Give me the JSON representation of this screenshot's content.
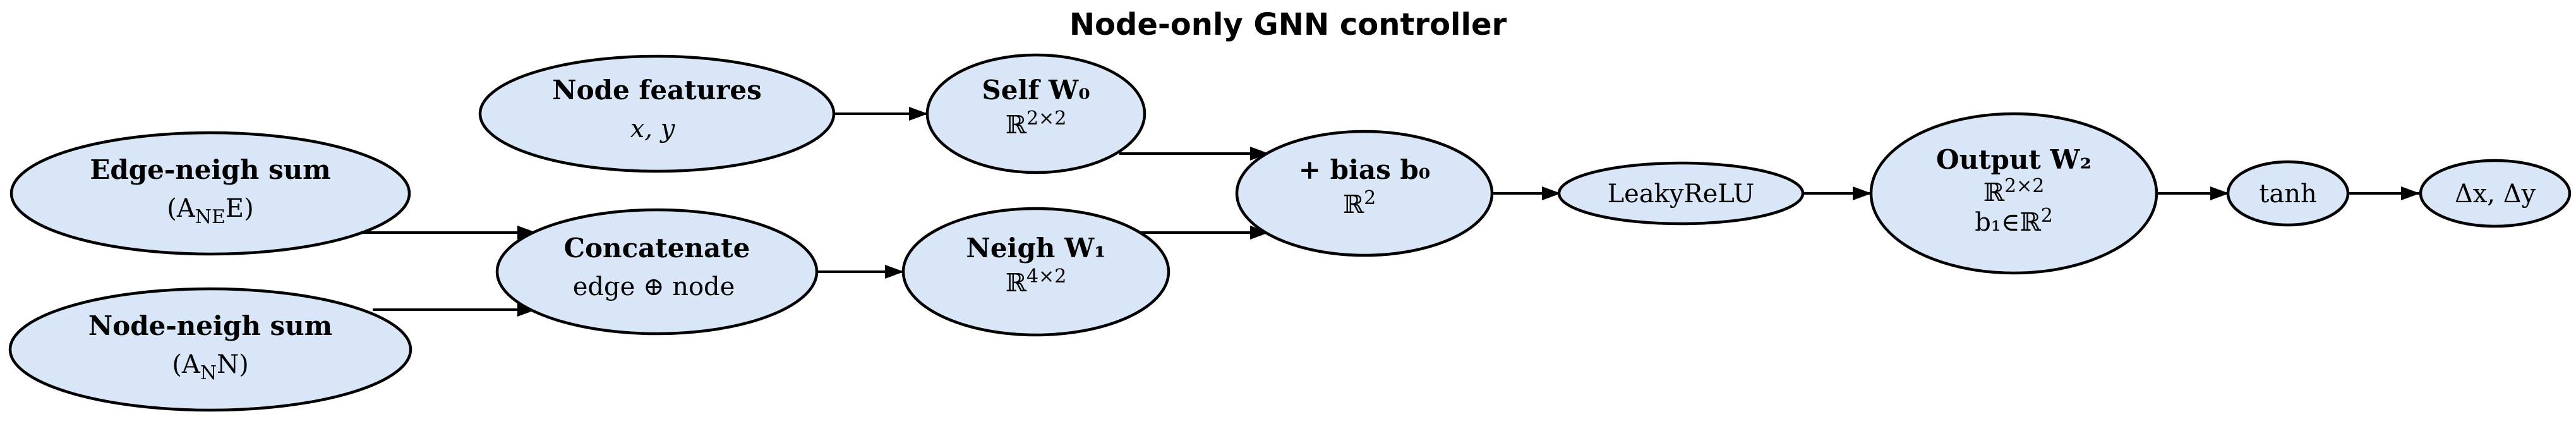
{
  "title": "Node-only GNN controller",
  "nodes": {
    "edge_neigh": {
      "line1": "Edge-neigh sum",
      "line2_main": "(A",
      "line2_sub": "NE",
      "line2_end": "E)"
    },
    "node_neigh": {
      "line1": "Node-neigh sum",
      "line2_main": "(A",
      "line2_sub": "N",
      "line2_end": "N)"
    },
    "node_features": {
      "line1": "Node features",
      "line2": "x, y"
    },
    "concatenate": {
      "line1": "Concatenate",
      "line2": "edge ⊕ node"
    },
    "self_w0": {
      "line1": "Self  W₀",
      "line2_main": "ℝ",
      "line2_sup": "2×2"
    },
    "neigh_w1": {
      "line1": "Neigh  W₁",
      "line2_main": "ℝ",
      "line2_sup": "4×2"
    },
    "bias_b0": {
      "line1": "+ bias  b₀",
      "line2_main": "ℝ",
      "line2_sup": "2"
    },
    "leaky": {
      "line1": "LeakyReLU"
    },
    "output_w2": {
      "line1": "Output  W₂",
      "line2_main": "ℝ",
      "line2_sup": "2×2",
      "line3_main": "b₁∈ℝ",
      "line3_sup": "2"
    },
    "tanh": {
      "line1": "tanh"
    },
    "delta": {
      "line1": "Δx, Δy"
    }
  },
  "colors": {
    "node_fill": "#d8e6f8",
    "stroke": "#000000"
  }
}
